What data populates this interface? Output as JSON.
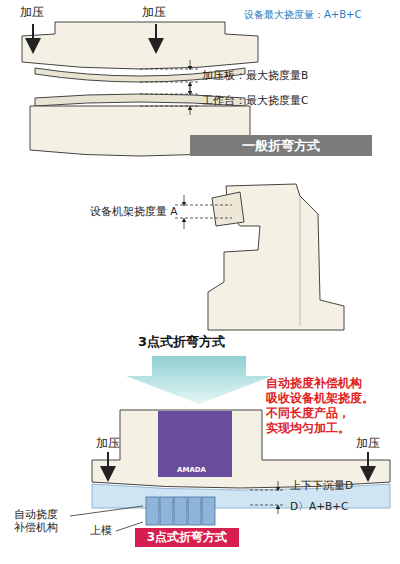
{
  "diagram": {
    "nodes": [
      {
        "text": [
          "一般折弯方式"
        ]
      },
      {
        "text": [
          "3点式折弯方式"
        ]
      }
    ],
    "labels": [
      "加压",
      "加压",
      "设备最大挠度量：A+B+C",
      "加压板：最大挠度量B",
      "工作台：最大挠度量C",
      "设备机架挠度量 A",
      "3点式折弯方式",
      "自动挠度补偿机构 吸收设备机架挠度。 不同长度产品， 实现均匀加工。",
      "加压",
      "加压",
      "AMADA",
      "上下下沉量D",
      "D〉A+B+C",
      "自动挠度 补偿机构",
      "上模"
    ]
  }
}
